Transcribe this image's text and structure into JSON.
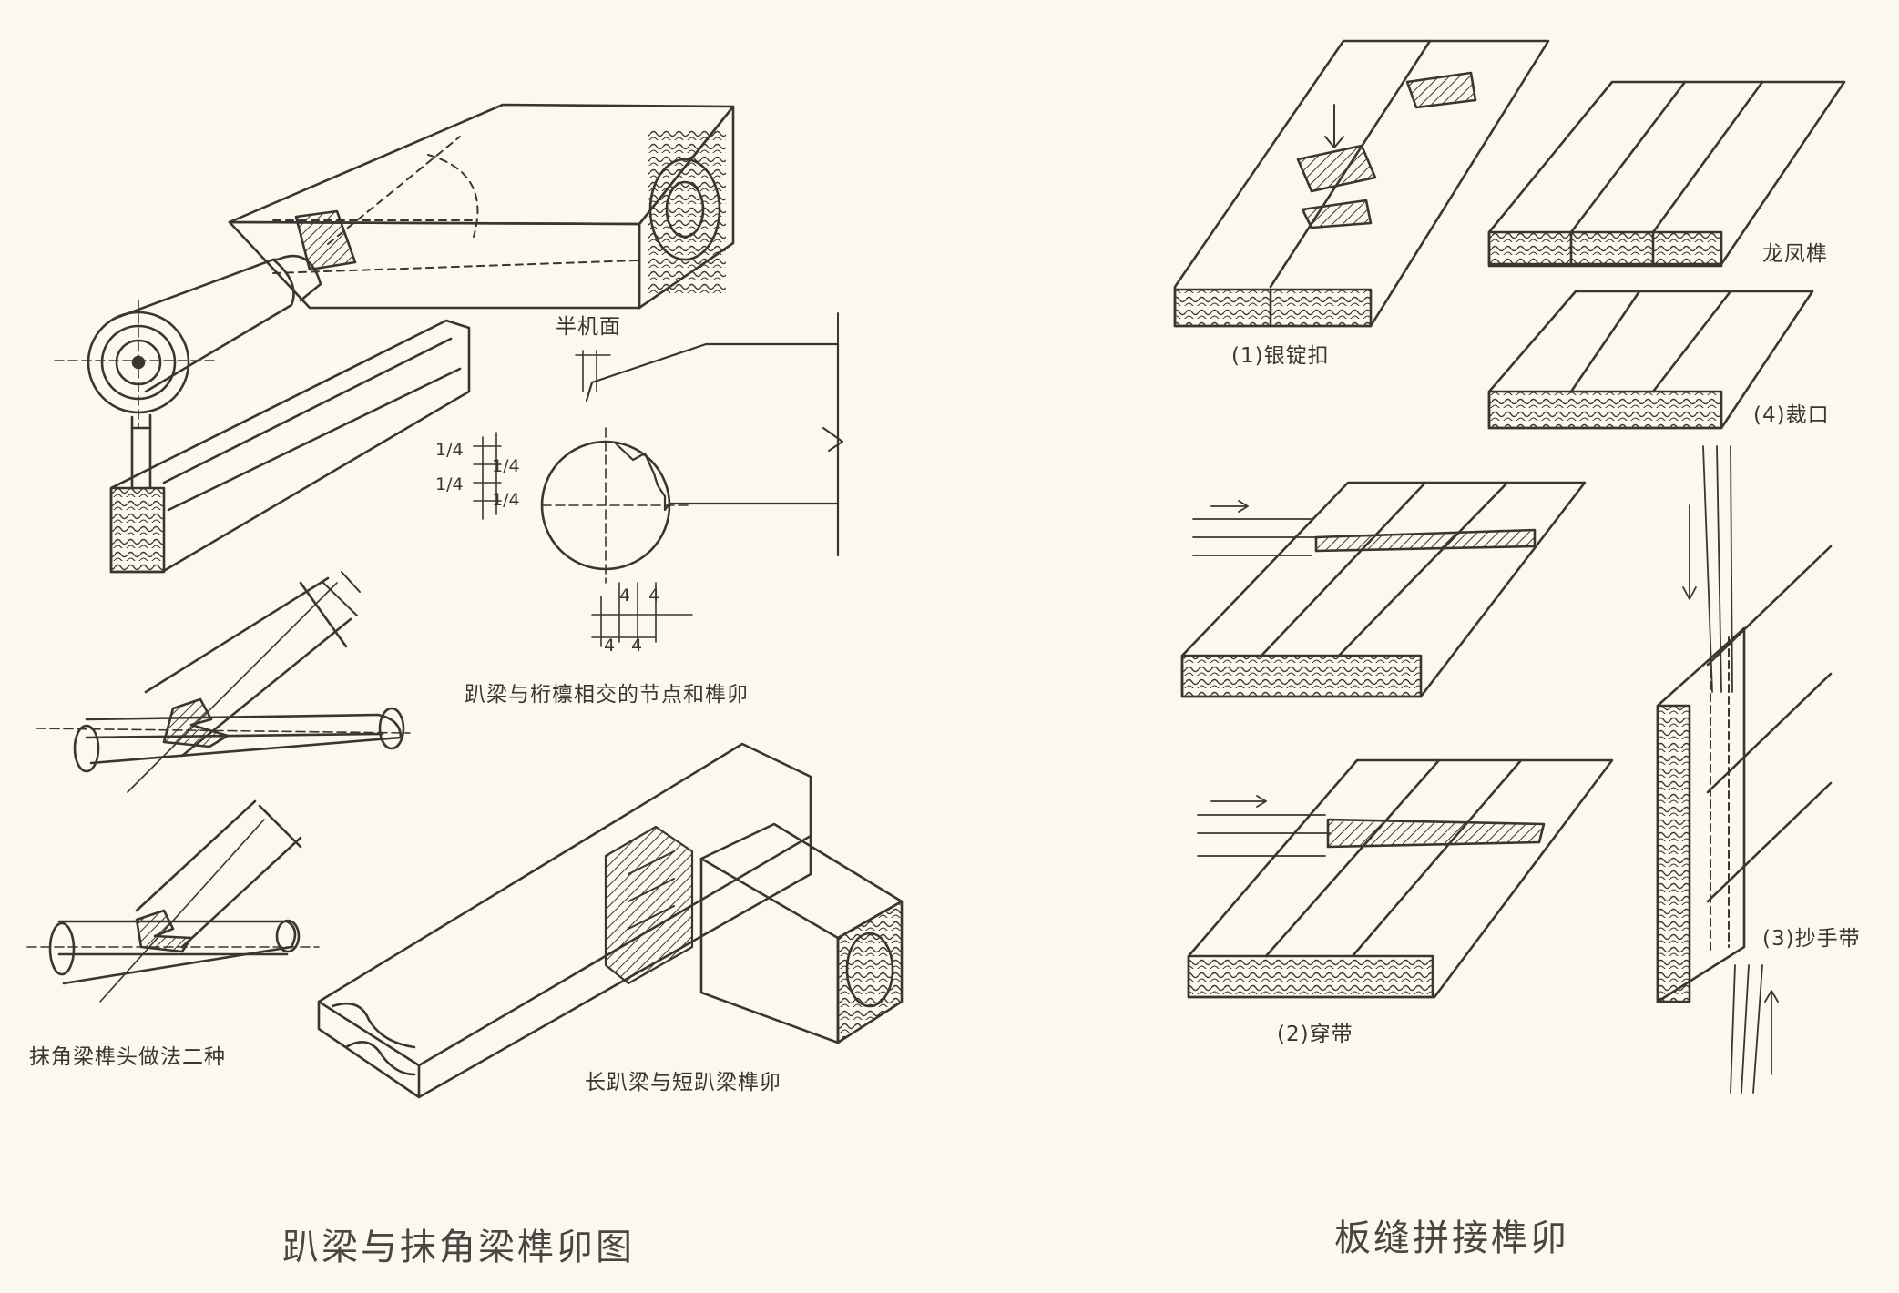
{
  "colors": {
    "background": "#fdf8ee",
    "ink": "#3a3532",
    "title_ink": "#4a4542"
  },
  "left_panel": {
    "title": "趴梁与抹角梁榫卯图",
    "figures": {
      "main_joint": {
        "caption": "趴梁与桁檩相交的节点和榫卯",
        "half_face_label": "半机面",
        "dimensions": [
          "1/4",
          "1/4",
          "1/4",
          "1/4",
          "4",
          "4",
          "4",
          "4"
        ]
      },
      "corner_beam": {
        "caption": "抹角梁榫头做法二种"
      },
      "long_short_beam": {
        "caption": "长趴梁与短趴梁榫卯"
      }
    }
  },
  "right_panel": {
    "title": "板缝拼接榫卯",
    "figures": {
      "silver_ingot": {
        "caption": "(1)银锭扣"
      },
      "dragon_phoenix": {
        "caption": "龙凤榫"
      },
      "rabbet": {
        "caption": "(4)裁口"
      },
      "through_band": {
        "caption": "(2)穿带"
      },
      "hand_band": {
        "caption": "(3)抄手带"
      }
    }
  }
}
